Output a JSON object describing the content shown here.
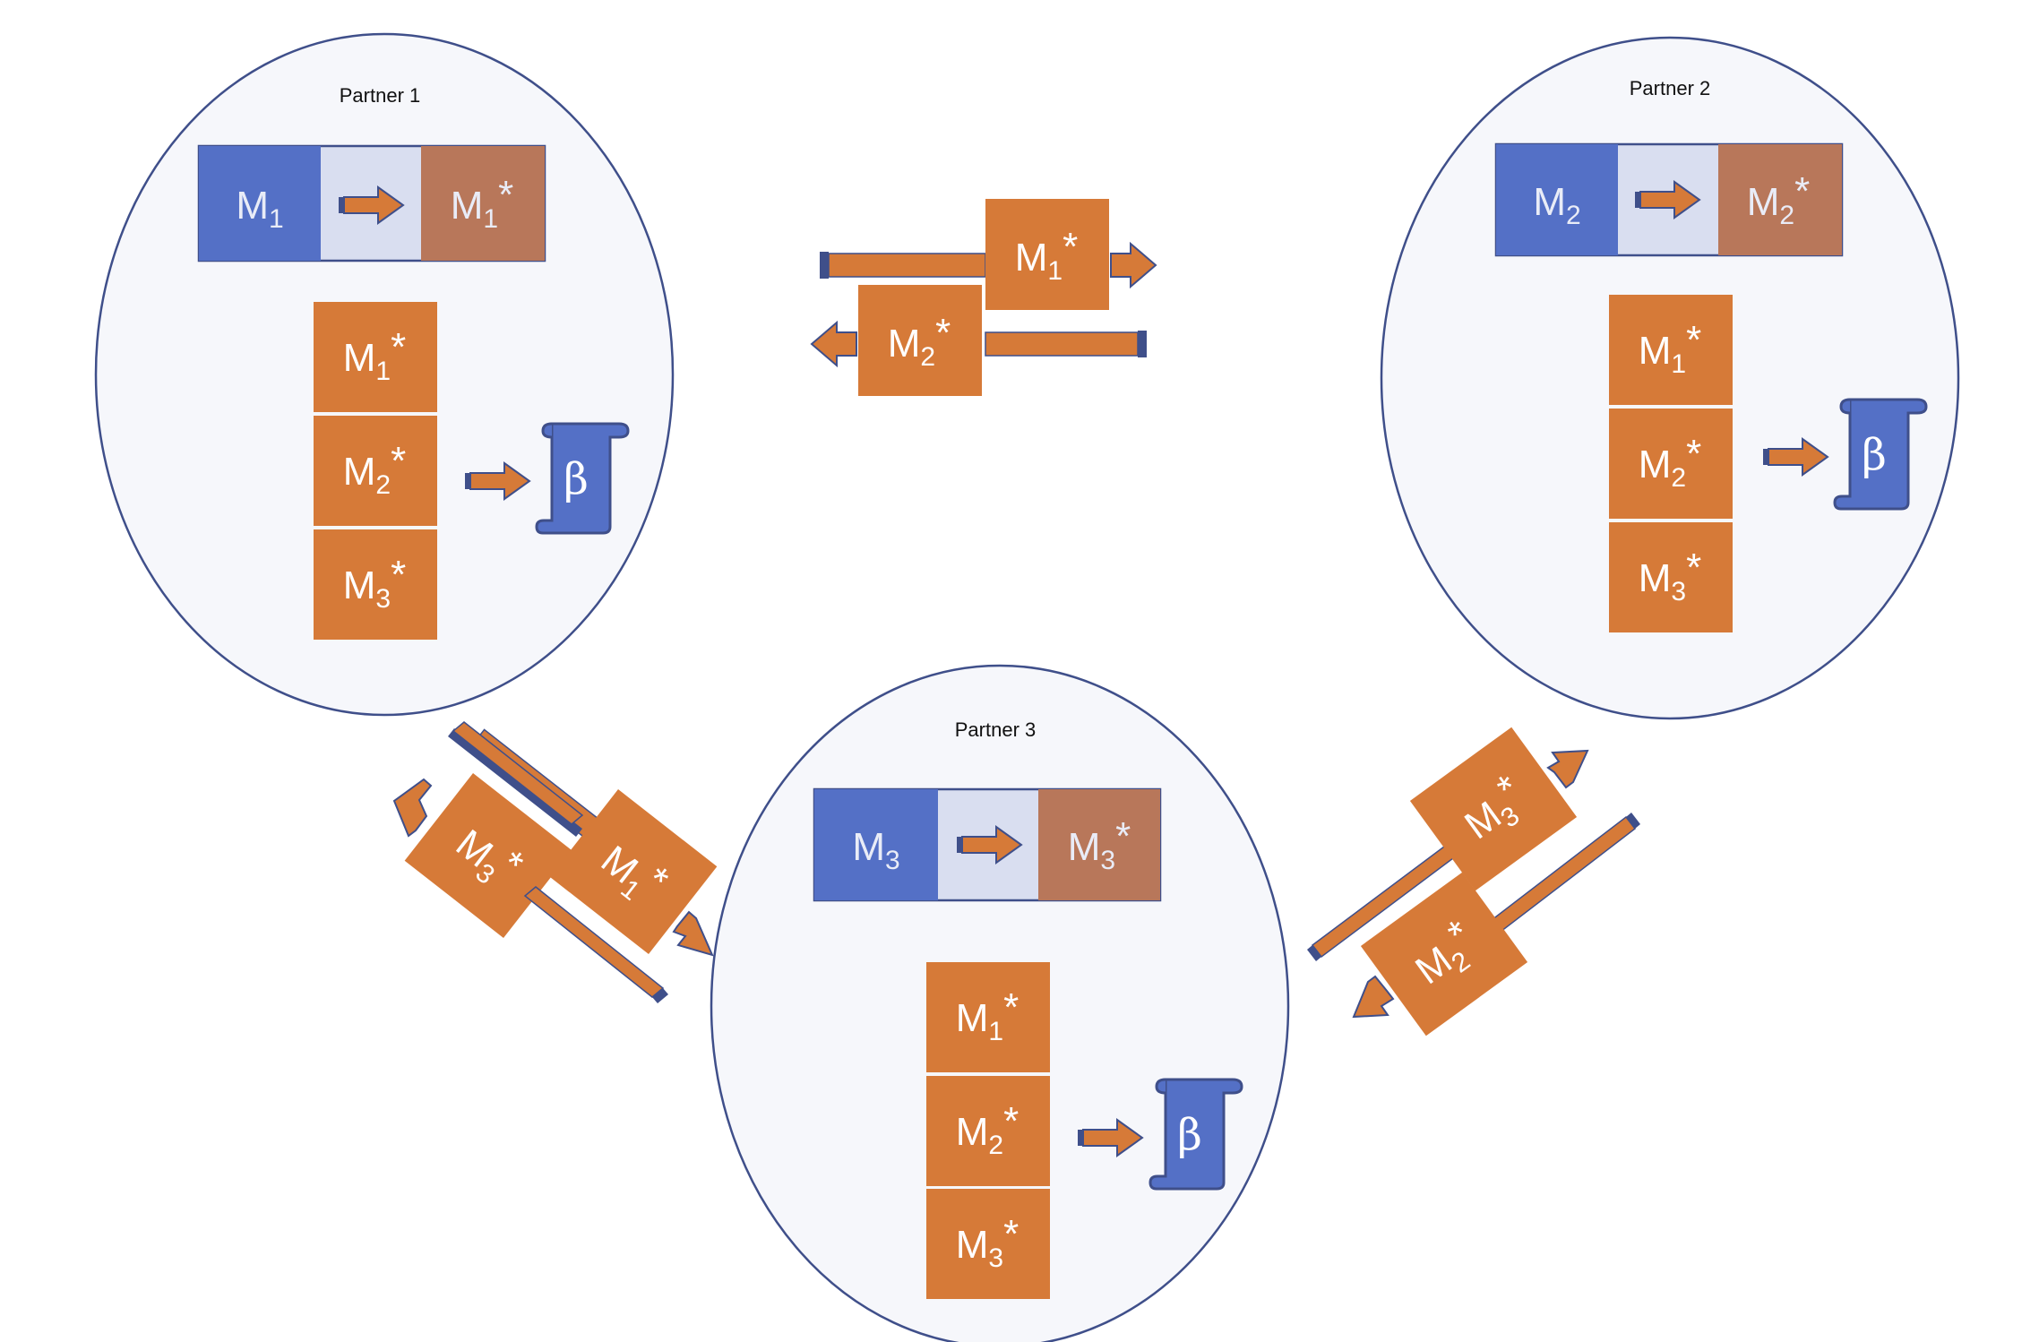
{
  "diagram": {
    "colors": {
      "blue": "#5470C6",
      "light_blue": "#D9DEF0",
      "brown": "#B8775A",
      "orange": "#D67A38",
      "outline": "#3F4F8A",
      "circle_fill": "#F6F7FB"
    },
    "partners": [
      {
        "title": "Partner 1",
        "model": {
          "base": "M",
          "sub": "1",
          "star": ""
        },
        "model_star": {
          "base": "M",
          "sub": "1",
          "star": "*"
        },
        "stack": [
          {
            "base": "M",
            "sub": "1",
            "star": "*"
          },
          {
            "base": "M",
            "sub": "2",
            "star": "*"
          },
          {
            "base": "M",
            "sub": "3",
            "star": "*"
          }
        ],
        "result": "β"
      },
      {
        "title": "Partner 2",
        "model": {
          "base": "M",
          "sub": "2",
          "star": ""
        },
        "model_star": {
          "base": "M",
          "sub": "2",
          "star": "*"
        },
        "stack": [
          {
            "base": "M",
            "sub": "1",
            "star": "*"
          },
          {
            "base": "M",
            "sub": "2",
            "star": "*"
          },
          {
            "base": "M",
            "sub": "3",
            "star": "*"
          }
        ],
        "result": "β"
      },
      {
        "title": "Partner 3",
        "model": {
          "base": "M",
          "sub": "3",
          "star": ""
        },
        "model_star": {
          "base": "M",
          "sub": "3",
          "star": "*"
        },
        "stack": [
          {
            "base": "M",
            "sub": "1",
            "star": "*"
          },
          {
            "base": "M",
            "sub": "2",
            "star": "*"
          },
          {
            "base": "M",
            "sub": "3",
            "star": "*"
          }
        ],
        "result": "β"
      }
    ],
    "exchanges": [
      {
        "between": "Partner 1 ↔ Partner 2",
        "a": {
          "base": "M",
          "sub": "1",
          "star": "*"
        },
        "b": {
          "base": "M",
          "sub": "2",
          "star": "*"
        }
      },
      {
        "between": "Partner 1 ↔ Partner 3",
        "a": {
          "base": "M",
          "sub": "3",
          "star": "*"
        },
        "b": {
          "base": "M",
          "sub": "1",
          "star": "*"
        }
      },
      {
        "between": "Partner 2 ↔ Partner 3",
        "a": {
          "base": "M",
          "sub": "3",
          "star": "*"
        },
        "b": {
          "base": "M",
          "sub": "2",
          "star": "*"
        }
      }
    ]
  }
}
